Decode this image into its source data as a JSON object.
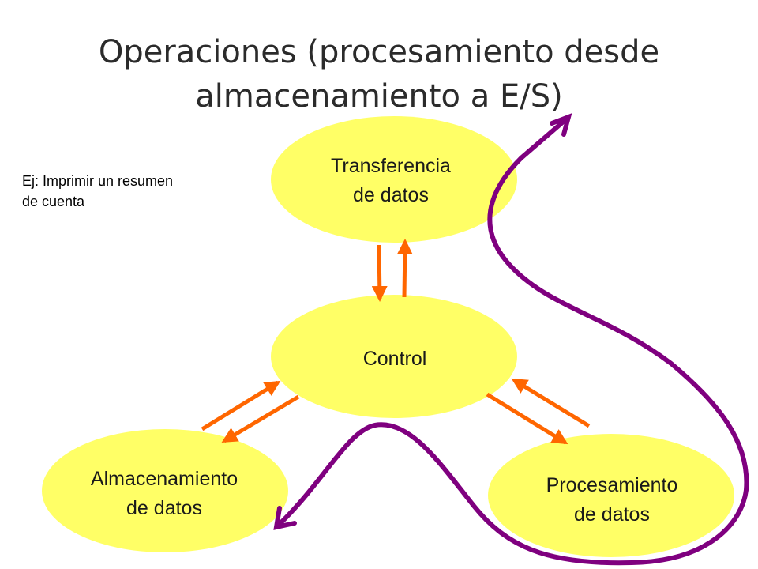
{
  "title": {
    "line1": "Operaciones (procesamiento desde",
    "line2": "almacenamiento a E/S)"
  },
  "note": {
    "line1": "Ej: Imprimir un resumen",
    "line2": "de cuenta"
  },
  "nodes": {
    "transfer": {
      "line1": "Transferencia",
      "line2": "de datos"
    },
    "control": {
      "line1": "Control"
    },
    "storage": {
      "line1": "Almacenamiento",
      "line2": "de datos"
    },
    "processing": {
      "line1": "Procesamiento",
      "line2": "de datos"
    }
  },
  "colors": {
    "node_fill": "#FFFF66",
    "arrow": "#FF6600",
    "flow": "#7F007F",
    "title": "#2B2B2B"
  }
}
